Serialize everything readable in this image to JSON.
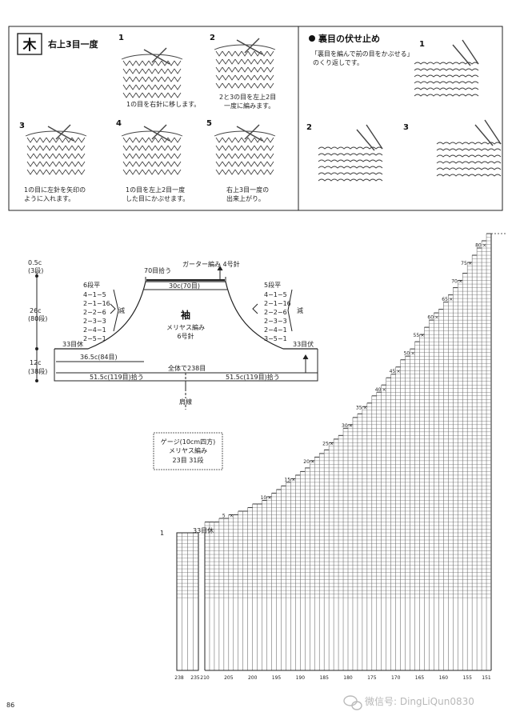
{
  "tech_left": {
    "symbol_glyph": "木",
    "title": "右上3目一度",
    "steps": [
      {
        "num": "1",
        "lines": [
          "1の目を右針に移します。"
        ]
      },
      {
        "num": "2",
        "lines": [
          "2と3の目を左上2目",
          "一度に編みます。"
        ]
      },
      {
        "num": "3",
        "lines": [
          "1の目に左針を矢印の",
          "ように入れます。"
        ]
      },
      {
        "num": "4",
        "lines": [
          "1の目を左上2目一度",
          "した目にかぶせます。"
        ]
      },
      {
        "num": "5",
        "lines": [
          "右上3目一度の",
          "出来上がり。"
        ]
      }
    ]
  },
  "tech_right": {
    "title": "裏目の伏せ止め",
    "desc": [
      "「裏目を編んで前の目をかぶせる」",
      "のくり返しです。"
    ],
    "steps": [
      "1",
      "2",
      "3"
    ]
  },
  "schematic": {
    "top_pickup": "70目拾う",
    "edging": "ガーター編み 4号針",
    "top_width": "30c(70目)",
    "center_title": "袖",
    "center_sub1": "メリヤス編み",
    "center_sub2": "6号針",
    "left_dims": [
      {
        "top": "0.5c",
        "bot": "(3段)"
      },
      {
        "top": "26c",
        "bot": "(80段)"
      },
      {
        "top": "12c",
        "bot": "(38段)"
      }
    ],
    "left_dec": [
      "6段平",
      "4−1−5",
      "2−1−16",
      "2−2−6",
      "2−3−3",
      "2−4−1",
      "2−5−1"
    ],
    "left_dec_label": "減",
    "right_dec": [
      "5段平",
      "4−1−5",
      "2−1−16",
      "2−2−6",
      "2−3−3",
      "2−4−1",
      "3−5−1"
    ],
    "right_dec_label": "減",
    "bind_left": "33目休",
    "bind_right": "33目伏",
    "bottom_half_width": "36.5c(84目)",
    "total": "全体で238目",
    "pickup_left": "51.5c(119目)拾う",
    "pickup_right": "51.5c(119目)拾う",
    "center_line": "肩線"
  },
  "gauge": {
    "title": "ゲージ(10cm四方)",
    "line1": "メリヤス編み",
    "line2": "23目 31段"
  },
  "chart": {
    "row_marker": "1",
    "bind_label": "33目休",
    "row_labels": [
      "5",
      "10",
      "15",
      "20",
      "25",
      "30",
      "35",
      "40",
      "45",
      "50",
      "55",
      "60",
      "65",
      "70",
      "75",
      "80"
    ],
    "col_labels": [
      "238",
      "235",
      "210",
      "205",
      "200",
      "195",
      "190",
      "185",
      "180",
      "175",
      "170",
      "165",
      "160",
      "155",
      "151"
    ]
  },
  "footer": {
    "page_number": "86",
    "watermark": "微信号: DingLiQun0830"
  }
}
